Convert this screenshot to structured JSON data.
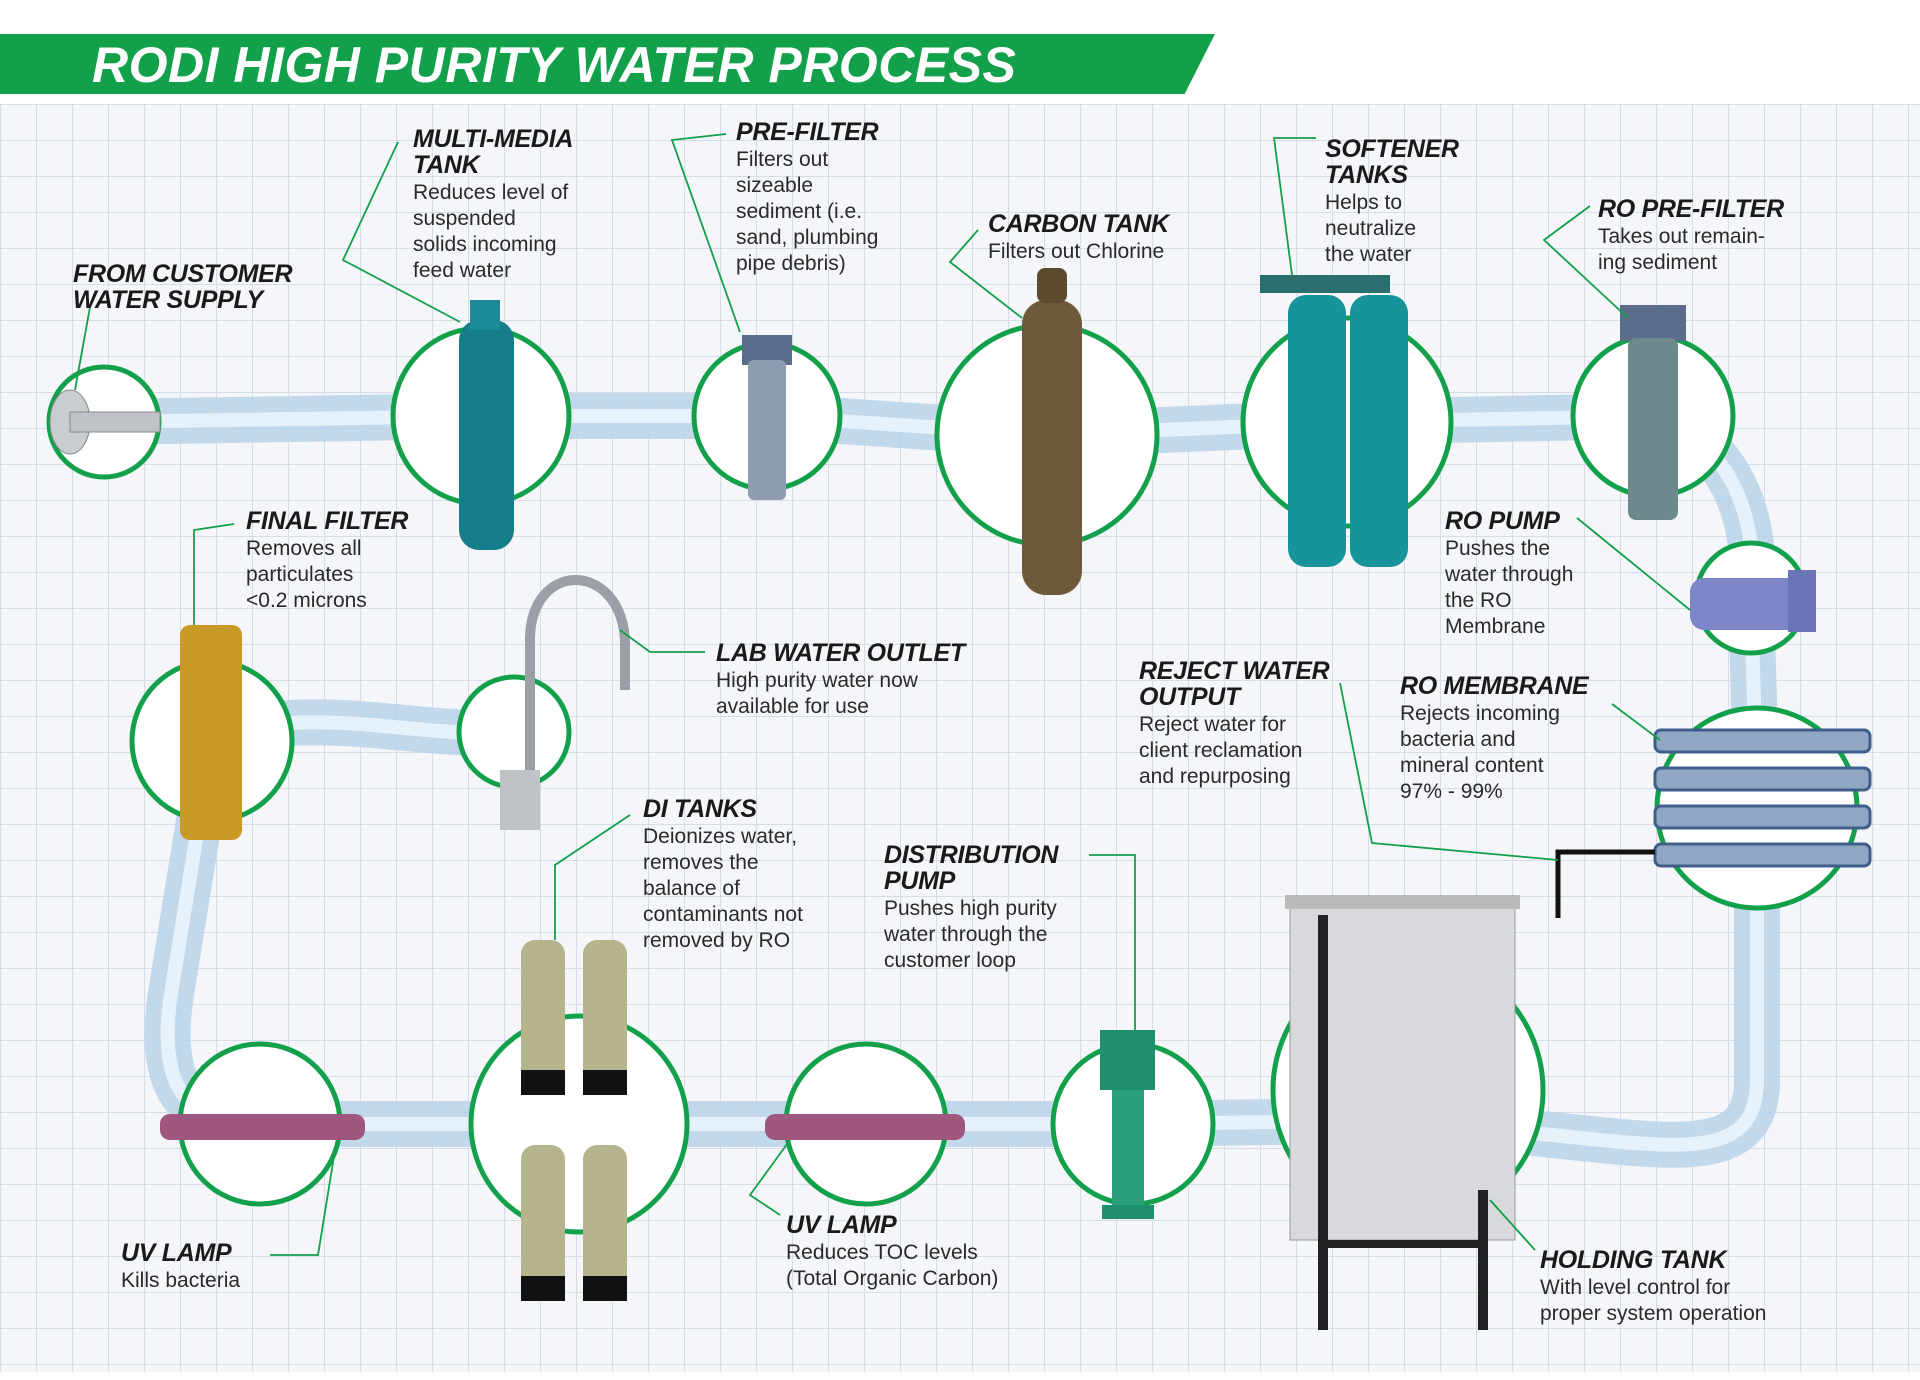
{
  "title": "RODI HIGH PURITY WATER PROCESS",
  "colors": {
    "brand_green": "#13a04a",
    "leader_line": "#13a04a",
    "water": "#b9d4ea"
  },
  "components": [
    {
      "heading": "FROM CUSTOMER\nWATER SUPPLY",
      "description": ""
    },
    {
      "heading": "MULTI-MEDIA\nTANK",
      "description": "Reduces level of\nsuspended\nsolids incoming\nfeed water"
    },
    {
      "heading": "PRE-FILTER",
      "description": "Filters out\nsizeable\nsediment (i.e.\nsand, plumbing\npipe debris)"
    },
    {
      "heading": "CARBON TANK",
      "description": "Filters out Chlorine"
    },
    {
      "heading": "SOFTENER\nTANKS",
      "description": "Helps to\nneutralize\nthe water"
    },
    {
      "heading": "RO PRE-FILTER",
      "description": "Takes out remain-\ning sediment"
    },
    {
      "heading": "RO PUMP",
      "description": "Pushes the\nwater through\nthe RO\nMembrane"
    },
    {
      "heading": "RO MEMBRANE",
      "description": "Rejects incoming\nbacteria and\nmineral content\n97% - 99%"
    },
    {
      "heading": "REJECT WATER\nOUTPUT",
      "description": "Reject water for\nclient reclamation\nand repurposing"
    },
    {
      "heading": "HOLDING TANK",
      "description": "With level control for\nproper system operation"
    },
    {
      "heading": "DISTRIBUTION\nPUMP",
      "description": "Pushes high purity\nwater through the\ncustomer loop"
    },
    {
      "heading": "UV LAMP",
      "description": "Reduces TOC levels\n(Total Organic Carbon)"
    },
    {
      "heading": "DI TANKS",
      "description": "Deionizes water,\nremoves the\nbalance of\ncontaminants not\nremoved by RO"
    },
    {
      "heading": "UV LAMP",
      "description": "Kills bacteria"
    },
    {
      "heading": "FINAL FILTER",
      "description": "Removes all\nparticulates\n<0.2 microns"
    },
    {
      "heading": "LAB WATER OUTLET",
      "description": "High purity water now\navailable for use"
    }
  ]
}
